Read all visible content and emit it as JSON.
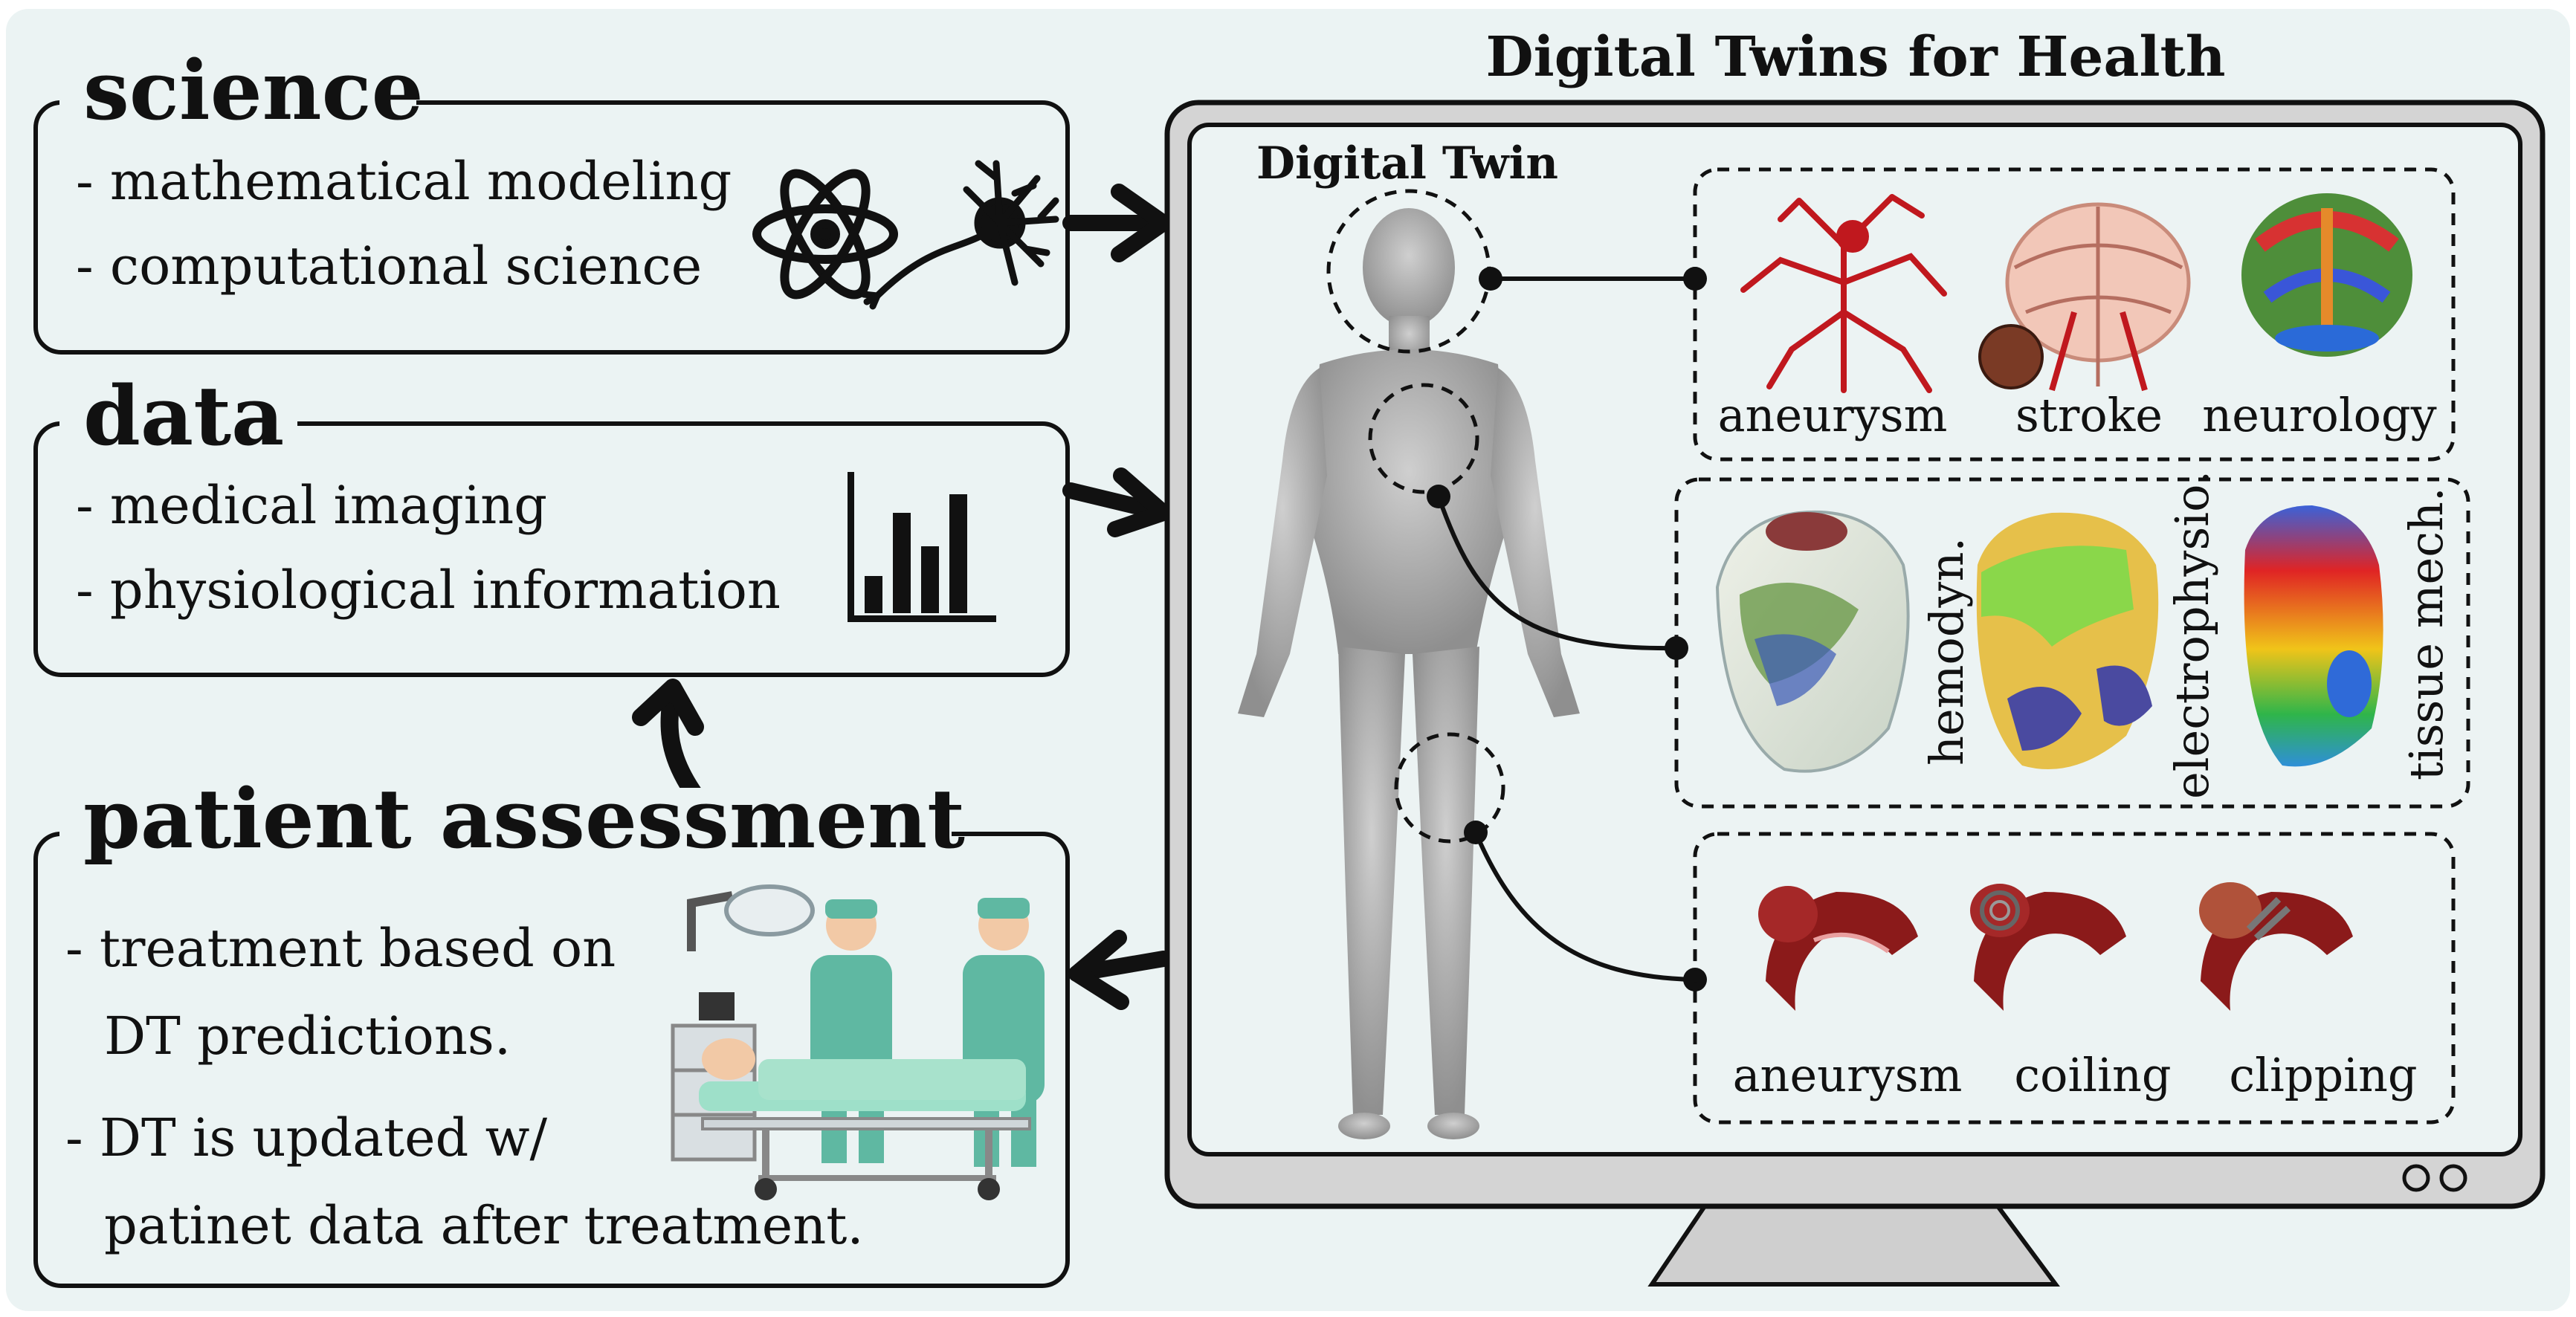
{
  "title": "Digital Twins for Health",
  "science": {
    "title": "science",
    "items": [
      "- mathematical modeling",
      "- computational science"
    ],
    "icons": [
      "atom-icon",
      "neuron-icon"
    ]
  },
  "data": {
    "title": "data",
    "items": [
      "- medical imaging",
      "- physiological information"
    ],
    "icons": [
      "bar-chart-icon"
    ]
  },
  "patient": {
    "title": "patient assessment",
    "items": [
      [
        "- treatment based on",
        "DT predictions."
      ],
      [
        "- DT is updated w/",
        "patinet data after treatment."
      ]
    ],
    "icons": [
      "surgeons-illustration"
    ]
  },
  "digital_twin": {
    "label": "Digital Twin",
    "brain_labels": [
      "aneurysm",
      "stroke",
      "neurology"
    ],
    "heart_labels": [
      "hemodyn.",
      "electrophysio.",
      "tissue mech."
    ],
    "vessel_labels": [
      "aneurysm",
      "coiling",
      "clipping"
    ]
  },
  "colors": {
    "background": "#ebf3f3",
    "monitor_frame": "#d4d4d4",
    "screen": "#ecf3f3",
    "vessel_red": "#8b1a1a",
    "accent_green": "#7fd88f"
  }
}
